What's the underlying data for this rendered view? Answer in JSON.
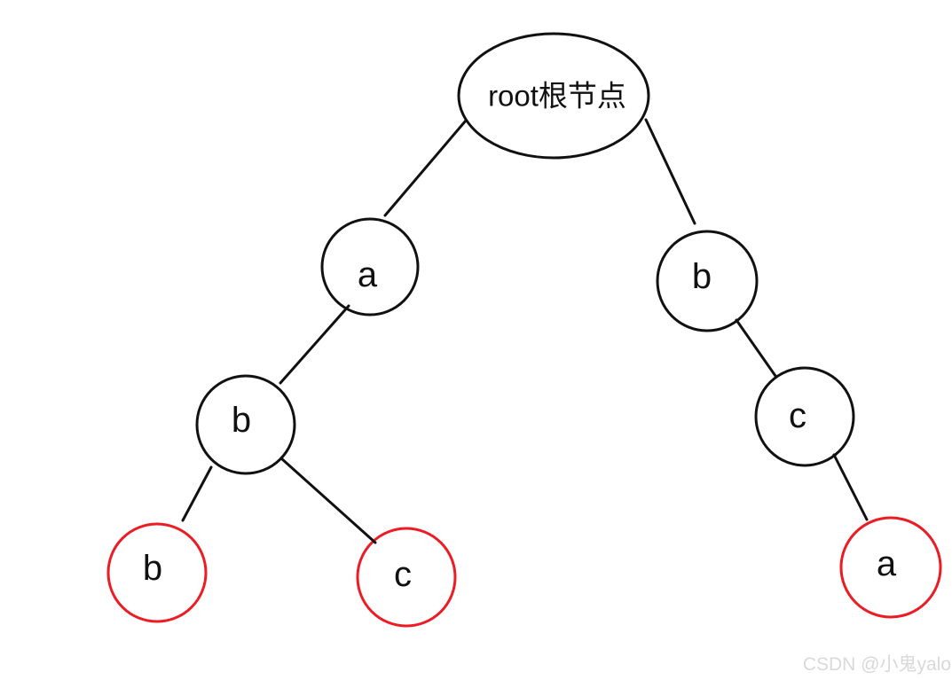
{
  "diagram": {
    "type": "binary-tree",
    "nodes": [
      {
        "id": "root",
        "label": "root根节点",
        "shape": "ellipse",
        "level": 0,
        "highlighted": false
      },
      {
        "id": "a-left",
        "label": "a",
        "shape": "circle",
        "level": 1,
        "highlighted": false
      },
      {
        "id": "b-right",
        "label": "b",
        "shape": "circle",
        "level": 1,
        "highlighted": false
      },
      {
        "id": "b-left",
        "label": "b",
        "shape": "circle",
        "level": 2,
        "highlighted": false
      },
      {
        "id": "c-right",
        "label": "c",
        "shape": "circle",
        "level": 2,
        "highlighted": false
      },
      {
        "id": "b-leaf",
        "label": "b",
        "shape": "circle",
        "level": 3,
        "highlighted": true
      },
      {
        "id": "c-leaf",
        "label": "c",
        "shape": "circle",
        "level": 3,
        "highlighted": true
      },
      {
        "id": "a-leaf",
        "label": "a",
        "shape": "circle",
        "level": 3,
        "highlighted": true
      }
    ],
    "edges": [
      {
        "from": "root",
        "to": "a-left"
      },
      {
        "from": "root",
        "to": "b-right"
      },
      {
        "from": "a-left",
        "to": "b-left"
      },
      {
        "from": "b-left",
        "to": "b-leaf"
      },
      {
        "from": "b-left",
        "to": "c-leaf"
      },
      {
        "from": "b-right",
        "to": "c-right"
      },
      {
        "from": "c-right",
        "to": "a-leaf"
      }
    ],
    "colors": {
      "node_stroke": "#111111",
      "highlight_stroke": "#ed1c24",
      "edge_stroke": "#111111",
      "label_color": "#111111",
      "watermark_color": "#d9d9d9"
    },
    "watermark": "CSDN @小鬼yalo"
  }
}
